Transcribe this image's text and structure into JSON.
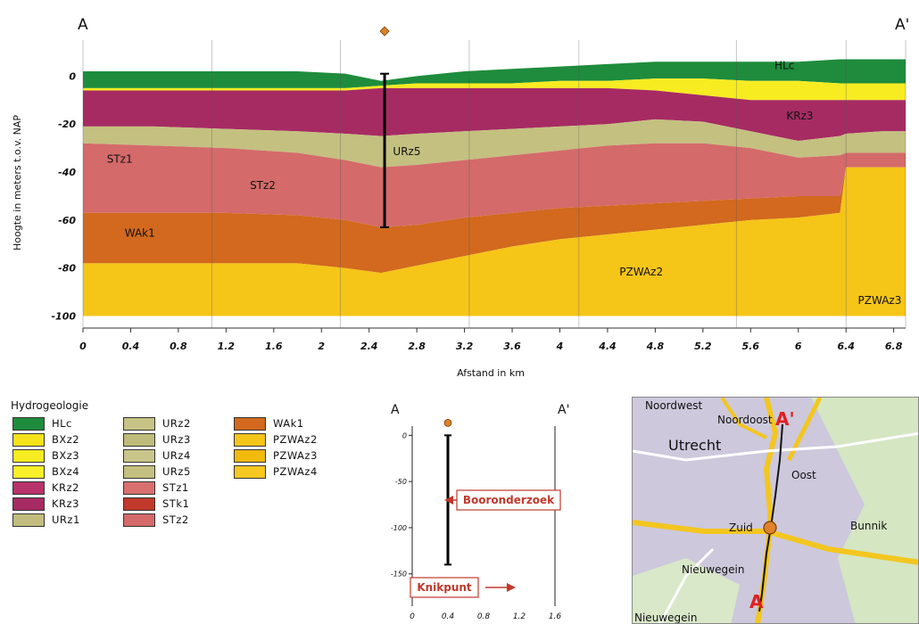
{
  "chart_data": [
    {
      "type": "area",
      "section_start": "A",
      "section_end": "A'",
      "ylabel": "Hoogte in meters t.o.v. NAP",
      "xlabel": "Afstand in km",
      "xlim": [
        0,
        6.9
      ],
      "ylim": [
        -105,
        15
      ],
      "x_ticks": [
        "0",
        "0.4",
        "0.8",
        "1.2",
        "1.6",
        "2",
        "2.4",
        "2.8",
        "3.2",
        "3.6",
        "4",
        "4.4",
        "4.8",
        "5.2",
        "5.6",
        "6",
        "6.4",
        "6.8"
      ],
      "y_ticks": [
        "0",
        "-20",
        "-40",
        "-60",
        "-80",
        "-100"
      ],
      "x": [
        0,
        0.6,
        1.2,
        1.8,
        2.2,
        2.5,
        2.8,
        3.2,
        3.6,
        4.0,
        4.4,
        4.8,
        5.2,
        5.6,
        6.0,
        6.35,
        6.4,
        6.7,
        6.9
      ],
      "boundaries": [
        {
          "name": "surface",
          "values": [
            2,
            2,
            2,
            2,
            1,
            -2,
            0,
            2,
            3,
            4,
            5,
            6,
            6,
            6,
            6,
            7,
            7,
            7,
            7
          ]
        },
        {
          "name": "HLc",
          "values": [
            -5,
            -5,
            -5,
            -5,
            -5,
            -4,
            -3,
            -3,
            -3,
            -2,
            -2,
            -1,
            -1,
            -2,
            -2,
            -3,
            -3,
            -3,
            -3
          ]
        },
        {
          "name": "BXz",
          "values": [
            -6,
            -6,
            -6,
            -6,
            -6,
            -5,
            -5,
            -5,
            -5,
            -5,
            -5,
            -6,
            -8,
            -10,
            -10,
            -10,
            -10,
            -10,
            -10
          ]
        },
        {
          "name": "KRz3",
          "values": [
            -21,
            -21,
            -22,
            -23,
            -24,
            -25,
            -24,
            -23,
            -22,
            -21,
            -20,
            -18,
            -19,
            -23,
            -27,
            -25,
            -24,
            -23,
            -23
          ]
        },
        {
          "name": "URz5",
          "values": [
            -28,
            -29,
            -30,
            -32,
            -35,
            -38,
            -37,
            -35,
            -33,
            -31,
            -29,
            -28,
            -28,
            -30,
            -34,
            -33,
            -32,
            -32,
            -32
          ]
        },
        {
          "name": "STz",
          "values": [
            -57,
            -57,
            -57,
            -58,
            -60,
            -63,
            -62,
            -59,
            -57,
            -55,
            -54,
            -53,
            -52,
            -51,
            -50,
            -50,
            -38,
            -38,
            -38
          ]
        },
        {
          "name": "WAk1",
          "values": [
            -78,
            -78,
            -78,
            -78,
            -80,
            -82,
            -79,
            -75,
            -71,
            -68,
            -66,
            -64,
            -62,
            -60,
            -59,
            -57,
            -38,
            -38,
            -38
          ]
        },
        {
          "name": "PZWA",
          "values": [
            -100,
            -100,
            -100,
            -100,
            -100,
            -100,
            -100,
            -100,
            -100,
            -100,
            -100,
            -100,
            -100,
            -100,
            -100,
            -100,
            -100,
            -100,
            -100
          ]
        }
      ],
      "layer_labels": [
        {
          "text": "HLc",
          "x": 5.8,
          "y": 3
        },
        {
          "text": "KRz3",
          "x": 5.9,
          "y": -18
        },
        {
          "text": "URz5",
          "x": 2.6,
          "y": -33
        },
        {
          "text": "STz1",
          "x": 0.2,
          "y": -36
        },
        {
          "text": "STz2",
          "x": 1.4,
          "y": -47
        },
        {
          "text": "WAk1",
          "x": 0.35,
          "y": -67
        },
        {
          "text": "PZWAz2",
          "x": 4.5,
          "y": -83
        },
        {
          "text": "PZWAz3",
          "x": 6.5,
          "y": -95
        }
      ],
      "borehole": {
        "x": 2.53,
        "top": 1,
        "bottom": -63
      },
      "borehole_marker_color": "#d9822b"
    },
    {
      "type": "line",
      "section_start": "A",
      "section_end": "A'",
      "x_ticks": [
        "0",
        "0.4",
        "0.8",
        "1.2",
        "1.6"
      ],
      "y_ticks": [
        "0",
        "-50",
        "-100",
        "-150"
      ],
      "xlim": [
        -0.2,
        1.7
      ],
      "ylim": [
        -185,
        10
      ],
      "borehole": {
        "x": 0.4,
        "top": 0,
        "bottom": -140
      },
      "annotations": [
        {
          "text": "Booronderzoek"
        },
        {
          "text": "Knikpunt"
        }
      ]
    }
  ],
  "legend": {
    "title": "Hydrogeologie",
    "columns": [
      [
        {
          "label": "HLc",
          "color": "#1e8c3c"
        },
        {
          "label": "BXz2",
          "color": "#f5e21a"
        },
        {
          "label": "BXz3",
          "color": "#f7ec22"
        },
        {
          "label": "BXz4",
          "color": "#f9f02a"
        },
        {
          "label": "KRz2",
          "color": "#b8336a"
        },
        {
          "label": "KRz3",
          "color": "#a62b63"
        },
        {
          "label": "URz1",
          "color": "#c2bd7e"
        }
      ],
      [
        {
          "label": "URz2",
          "color": "#c7c384"
        },
        {
          "label": "URz3",
          "color": "#bfbb7a"
        },
        {
          "label": "URz4",
          "color": "#c9c58a"
        },
        {
          "label": "URz5",
          "color": "#c4c080"
        },
        {
          "label": "STz1",
          "color": "#d9706f"
        },
        {
          "label": "STk1",
          "color": "#c0392b"
        },
        {
          "label": "STz2",
          "color": "#d46a6a"
        }
      ],
      [
        {
          "label": "WAk1",
          "color": "#d2691e"
        },
        {
          "label": "PZWAz2",
          "color": "#f5c518"
        },
        {
          "label": "PZWAz3",
          "color": "#f2b90f"
        },
        {
          "label": "PZWAz4",
          "color": "#f7c81f"
        }
      ]
    ]
  },
  "map": {
    "labels": [
      "Noordwest",
      "Noordoost",
      "Utrecht",
      "Oost",
      "Zuid",
      "Bunnik",
      "Nieuwegein",
      "Nieuwegein"
    ],
    "marker_A": "A",
    "marker_A_prime": "A'"
  },
  "colors": {
    "HLc": "#1e8c3c",
    "BXz": "#f7ec22",
    "KRz3": "#a62b63",
    "URz5": "#c4c080",
    "STz": "#d46a6a",
    "WAk1": "#d2691e",
    "PZWA": "#f5c518",
    "annotation": "#c0392b"
  }
}
